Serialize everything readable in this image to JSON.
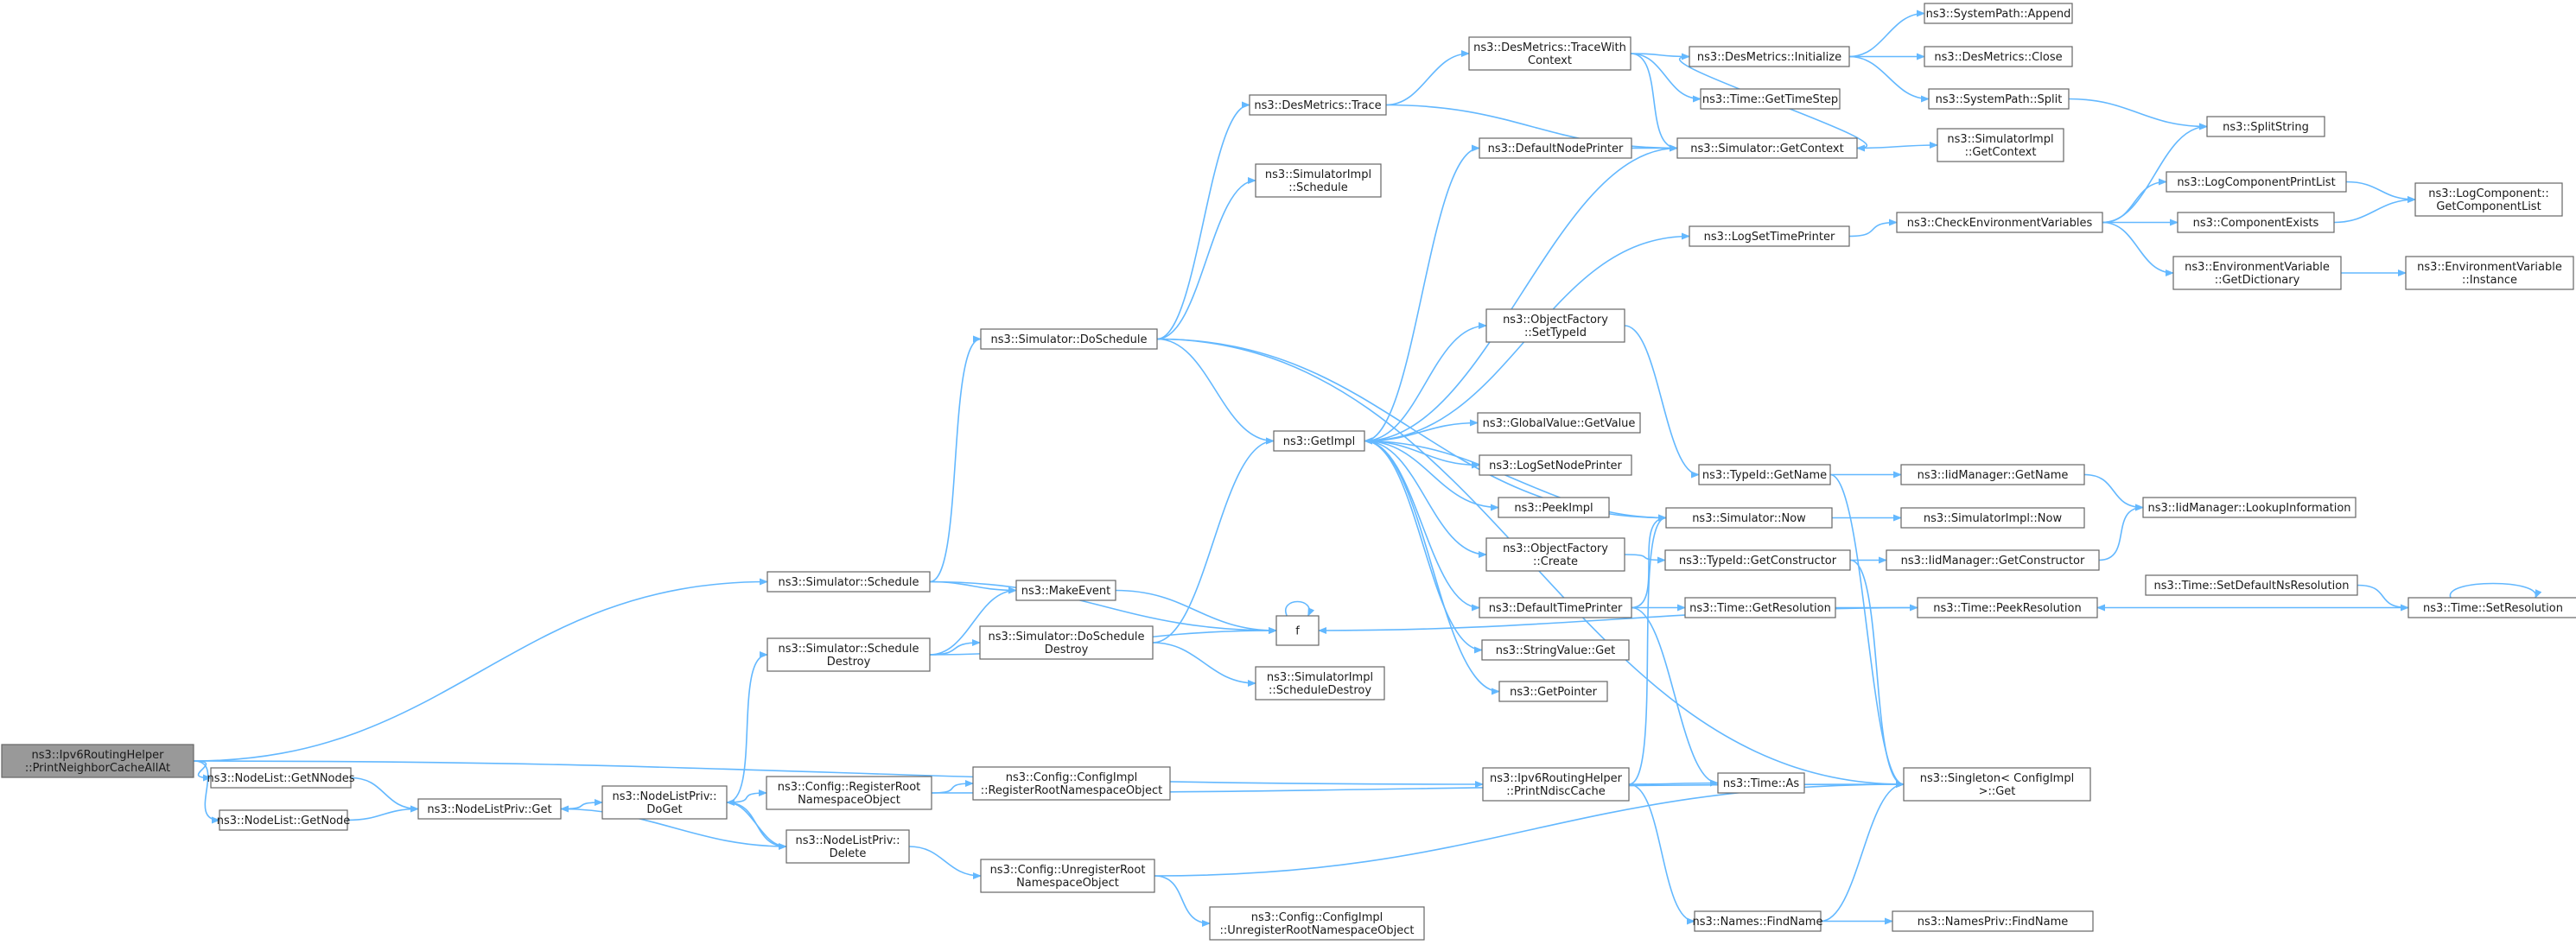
{
  "diagram": {
    "type": "call-graph",
    "colors": {
      "edge": "#63b8ff",
      "node_border": "#666666",
      "node_fill": "#ffffff",
      "root_fill": "#999999",
      "text": "#1a1a1a"
    },
    "nodes": [
      {
        "id": "root",
        "lines": [
          "ns3::Ipv6RoutingHelper",
          "::PrintNeighborCacheAllAt"
        ],
        "root": true
      },
      {
        "id": "getnnodes",
        "lines": [
          "ns3::NodeList::GetNNodes"
        ]
      },
      {
        "id": "getnode",
        "lines": [
          "ns3::NodeList::GetNode"
        ]
      },
      {
        "id": "nlp_get",
        "lines": [
          "ns3::NodeListPriv::Get"
        ]
      },
      {
        "id": "nlp_doget",
        "lines": [
          "ns3::NodeListPriv::",
          "DoGet"
        ]
      },
      {
        "id": "nlp_delete",
        "lines": [
          "ns3::NodeListPriv::",
          "Delete"
        ]
      },
      {
        "id": "sim_schedule",
        "lines": [
          "ns3::Simulator::Schedule"
        ]
      },
      {
        "id": "sim_sched_destroy",
        "lines": [
          "ns3::Simulator::Schedule",
          "Destroy"
        ]
      },
      {
        "id": "makeevent",
        "lines": [
          "ns3::MakeEvent"
        ]
      },
      {
        "id": "sim_doschedule_destroy",
        "lines": [
          "ns3::Simulator::DoSchedule",
          "Destroy"
        ]
      },
      {
        "id": "f",
        "lines": [
          "f"
        ]
      },
      {
        "id": "simimpl_sched_destroy",
        "lines": [
          "ns3::SimulatorImpl",
          "::ScheduleDestroy"
        ]
      },
      {
        "id": "cfg_register",
        "lines": [
          "ns3::Config::RegisterRoot",
          "NamespaceObject"
        ]
      },
      {
        "id": "cfgimpl_register",
        "lines": [
          "ns3::Config::ConfigImpl",
          "::RegisterRootNamespaceObject"
        ]
      },
      {
        "id": "cfg_unregister",
        "lines": [
          "ns3::Config::UnregisterRoot",
          "NamespaceObject"
        ]
      },
      {
        "id": "cfgimpl_unregister",
        "lines": [
          "ns3::Config::ConfigImpl",
          "::UnregisterRootNamespaceObject"
        ]
      },
      {
        "id": "sim_doschedule",
        "lines": [
          "ns3::Simulator::DoSchedule"
        ]
      },
      {
        "id": "desmetrics_trace",
        "lines": [
          "ns3::DesMetrics::Trace"
        ]
      },
      {
        "id": "simimpl_schedule",
        "lines": [
          "ns3::SimulatorImpl",
          "::Schedule"
        ]
      },
      {
        "id": "desmetrics_tracewithctx",
        "lines": [
          "ns3::DesMetrics::TraceWith",
          "Context"
        ]
      },
      {
        "id": "desmetrics_init",
        "lines": [
          "ns3::DesMetrics::Initialize"
        ]
      },
      {
        "id": "time_gettimestep",
        "lines": [
          "ns3::Time::GetTimeStep"
        ]
      },
      {
        "id": "syspath_append",
        "lines": [
          "ns3::SystemPath::Append"
        ]
      },
      {
        "id": "desmetrics_close",
        "lines": [
          "ns3::DesMetrics::Close"
        ]
      },
      {
        "id": "syspath_split",
        "lines": [
          "ns3::SystemPath::Split"
        ]
      },
      {
        "id": "splitstring",
        "lines": [
          "ns3::SplitString"
        ]
      },
      {
        "id": "sim_getcontext",
        "lines": [
          "ns3::Simulator::GetContext"
        ]
      },
      {
        "id": "simimpl_getcontext",
        "lines": [
          "ns3::SimulatorImpl",
          "::GetContext"
        ]
      },
      {
        "id": "defaultnodeprinter",
        "lines": [
          "ns3::DefaultNodePrinter"
        ]
      },
      {
        "id": "getimpl",
        "lines": [
          "ns3::GetImpl"
        ]
      },
      {
        "id": "logsettimeprinter",
        "lines": [
          "ns3::LogSetTimePrinter"
        ]
      },
      {
        "id": "checkenvvars",
        "lines": [
          "ns3::CheckEnvironmentVariables"
        ]
      },
      {
        "id": "logcomp_printlist",
        "lines": [
          "ns3::LogComponentPrintList"
        ]
      },
      {
        "id": "componentexists",
        "lines": [
          "ns3::ComponentExists"
        ]
      },
      {
        "id": "logcomp_getlist",
        "lines": [
          "ns3::LogComponent::",
          "GetComponentList"
        ]
      },
      {
        "id": "envvar_getdict",
        "lines": [
          "ns3::EnvironmentVariable",
          "::GetDictionary"
        ]
      },
      {
        "id": "envvar_instance",
        "lines": [
          "ns3::EnvironmentVariable",
          "::Instance"
        ]
      },
      {
        "id": "objfactory_settypeid",
        "lines": [
          "ns3::ObjectFactory",
          "::SetTypeId"
        ]
      },
      {
        "id": "globalvalue_getvalue",
        "lines": [
          "ns3::GlobalValue::GetValue"
        ]
      },
      {
        "id": "logsetnodeprinter",
        "lines": [
          "ns3::LogSetNodePrinter"
        ]
      },
      {
        "id": "peekimpl",
        "lines": [
          "ns3::PeekImpl"
        ]
      },
      {
        "id": "objfactory_create",
        "lines": [
          "ns3::ObjectFactory",
          "::Create"
        ]
      },
      {
        "id": "defaulttimeprinter",
        "lines": [
          "ns3::DefaultTimePrinter"
        ]
      },
      {
        "id": "stringvalue_get",
        "lines": [
          "ns3::StringValue::Get"
        ]
      },
      {
        "id": "getpointer",
        "lines": [
          "ns3::GetPointer"
        ]
      },
      {
        "id": "typeid_getname",
        "lines": [
          "ns3::TypeId::GetName"
        ]
      },
      {
        "id": "sim_now",
        "lines": [
          "ns3::Simulator::Now"
        ]
      },
      {
        "id": "typeid_getconstructor",
        "lines": [
          "ns3::TypeId::GetConstructor"
        ]
      },
      {
        "id": "time_getresolution",
        "lines": [
          "ns3::Time::GetResolution"
        ]
      },
      {
        "id": "iidmgr_getname",
        "lines": [
          "ns3::IidManager::GetName"
        ]
      },
      {
        "id": "iidmgr_lookup",
        "lines": [
          "ns3::IidManager::LookupInformation"
        ]
      },
      {
        "id": "simimpl_now",
        "lines": [
          "ns3::SimulatorImpl::Now"
        ]
      },
      {
        "id": "iidmgr_getconstructor",
        "lines": [
          "ns3::IidManager::GetConstructor"
        ]
      },
      {
        "id": "time_peekresolution",
        "lines": [
          "ns3::Time::PeekResolution"
        ]
      },
      {
        "id": "time_setdefaultns",
        "lines": [
          "ns3::Time::SetDefaultNsResolution"
        ]
      },
      {
        "id": "time_setresolution",
        "lines": [
          "ns3::Time::SetResolution"
        ]
      },
      {
        "id": "ipv6_printndisc",
        "lines": [
          "ns3::Ipv6RoutingHelper",
          "::PrintNdiscCache"
        ]
      },
      {
        "id": "time_as",
        "lines": [
          "ns3::Time::As"
        ]
      },
      {
        "id": "singleton_get",
        "lines": [
          "ns3::Singleton< ConfigImpl",
          ">::Get"
        ]
      },
      {
        "id": "names_findname",
        "lines": [
          "ns3::Names::FindName"
        ]
      },
      {
        "id": "namespriv_findname",
        "lines": [
          "ns3::NamesPriv::FindName"
        ]
      }
    ],
    "edges": [
      [
        "root",
        "sim_schedule"
      ],
      [
        "root",
        "getnnodes"
      ],
      [
        "root",
        "getnode"
      ],
      [
        "root",
        "ipv6_printndisc"
      ],
      [
        "getnnodes",
        "nlp_get"
      ],
      [
        "getnode",
        "nlp_get"
      ],
      [
        "nlp_get",
        "nlp_doget"
      ],
      [
        "nlp_doget",
        "sim_sched_destroy"
      ],
      [
        "nlp_doget",
        "cfg_register"
      ],
      [
        "nlp_doget",
        "nlp_delete"
      ],
      [
        "nlp_delete",
        "nlp_doget"
      ],
      [
        "nlp_delete",
        "nlp_get"
      ],
      [
        "nlp_delete",
        "cfg_unregister"
      ],
      [
        "sim_schedule",
        "sim_doschedule"
      ],
      [
        "sim_schedule",
        "makeevent"
      ],
      [
        "sim_schedule",
        "f"
      ],
      [
        "sim_sched_destroy",
        "makeevent"
      ],
      [
        "sim_sched_destroy",
        "sim_doschedule_destroy"
      ],
      [
        "sim_sched_destroy",
        "f"
      ],
      [
        "makeevent",
        "f"
      ],
      [
        "f",
        "f"
      ],
      [
        "sim_doschedule_destroy",
        "getimpl"
      ],
      [
        "sim_doschedule_destroy",
        "simimpl_sched_destroy"
      ],
      [
        "cfg_register",
        "cfgimpl_register"
      ],
      [
        "cfg_register",
        "singleton_get"
      ],
      [
        "cfg_unregister",
        "cfgimpl_unregister"
      ],
      [
        "cfg_unregister",
        "singleton_get"
      ],
      [
        "sim_doschedule",
        "desmetrics_trace"
      ],
      [
        "sim_doschedule",
        "simimpl_schedule"
      ],
      [
        "sim_doschedule",
        "getimpl"
      ],
      [
        "sim_doschedule",
        "sim_now"
      ],
      [
        "sim_doschedule",
        "singleton_get"
      ],
      [
        "desmetrics_trace",
        "desmetrics_tracewithctx"
      ],
      [
        "desmetrics_trace",
        "sim_getcontext"
      ],
      [
        "desmetrics_tracewithctx",
        "desmetrics_init"
      ],
      [
        "desmetrics_tracewithctx",
        "time_gettimestep"
      ],
      [
        "desmetrics_tracewithctx",
        "sim_getcontext"
      ],
      [
        "desmetrics_init",
        "syspath_append"
      ],
      [
        "desmetrics_init",
        "desmetrics_close"
      ],
      [
        "desmetrics_init",
        "syspath_split"
      ],
      [
        "desmetrics_init",
        "sim_getcontext"
      ],
      [
        "syspath_split",
        "splitstring"
      ],
      [
        "sim_getcontext",
        "simimpl_getcontext"
      ],
      [
        "sim_getcontext",
        "getimpl"
      ],
      [
        "defaultnodeprinter",
        "sim_getcontext"
      ],
      [
        "getimpl",
        "defaultnodeprinter"
      ],
      [
        "getimpl",
        "logsettimeprinter"
      ],
      [
        "getimpl",
        "objfactory_settypeid"
      ],
      [
        "getimpl",
        "globalvalue_getvalue"
      ],
      [
        "getimpl",
        "logsetnodeprinter"
      ],
      [
        "getimpl",
        "peekimpl"
      ],
      [
        "getimpl",
        "objfactory_create"
      ],
      [
        "getimpl",
        "defaulttimeprinter"
      ],
      [
        "getimpl",
        "stringvalue_get"
      ],
      [
        "getimpl",
        "getpointer"
      ],
      [
        "logsettimeprinter",
        "checkenvvars"
      ],
      [
        "checkenvvars",
        "splitstring"
      ],
      [
        "checkenvvars",
        "logcomp_printlist"
      ],
      [
        "checkenvvars",
        "componentexists"
      ],
      [
        "checkenvvars",
        "envvar_getdict"
      ],
      [
        "logcomp_printlist",
        "logcomp_getlist"
      ],
      [
        "componentexists",
        "logcomp_getlist"
      ],
      [
        "envvar_getdict",
        "envvar_instance"
      ],
      [
        "objfactory_settypeid",
        "typeid_getname"
      ],
      [
        "objfactory_create",
        "typeid_getconstructor"
      ],
      [
        "defaulttimeprinter",
        "sim_now"
      ],
      [
        "defaulttimeprinter",
        "time_getresolution"
      ],
      [
        "defaulttimeprinter",
        "time_as"
      ],
      [
        "sim_now",
        "simimpl_now"
      ],
      [
        "sim_now",
        "getimpl"
      ],
      [
        "typeid_getname",
        "iidmgr_getname"
      ],
      [
        "typeid_getname",
        "singleton_get"
      ],
      [
        "iidmgr_getname",
        "iidmgr_lookup"
      ],
      [
        "typeid_getconstructor",
        "iidmgr_getconstructor"
      ],
      [
        "typeid_getconstructor",
        "singleton_get"
      ],
      [
        "iidmgr_getconstructor",
        "iidmgr_lookup"
      ],
      [
        "time_getresolution",
        "time_peekresolution"
      ],
      [
        "time_peekresolution",
        "f"
      ],
      [
        "time_setdefaultns",
        "time_setresolution"
      ],
      [
        "time_setresolution",
        "time_setresolution"
      ],
      [
        "time_setresolution",
        "time_peekresolution"
      ],
      [
        "ipv6_printndisc",
        "sim_now"
      ],
      [
        "ipv6_printndisc",
        "time_as"
      ],
      [
        "ipv6_printndisc",
        "names_findname"
      ],
      [
        "names_findname",
        "namespriv_findname"
      ],
      [
        "names_findname",
        "singleton_get"
      ]
    ]
  }
}
